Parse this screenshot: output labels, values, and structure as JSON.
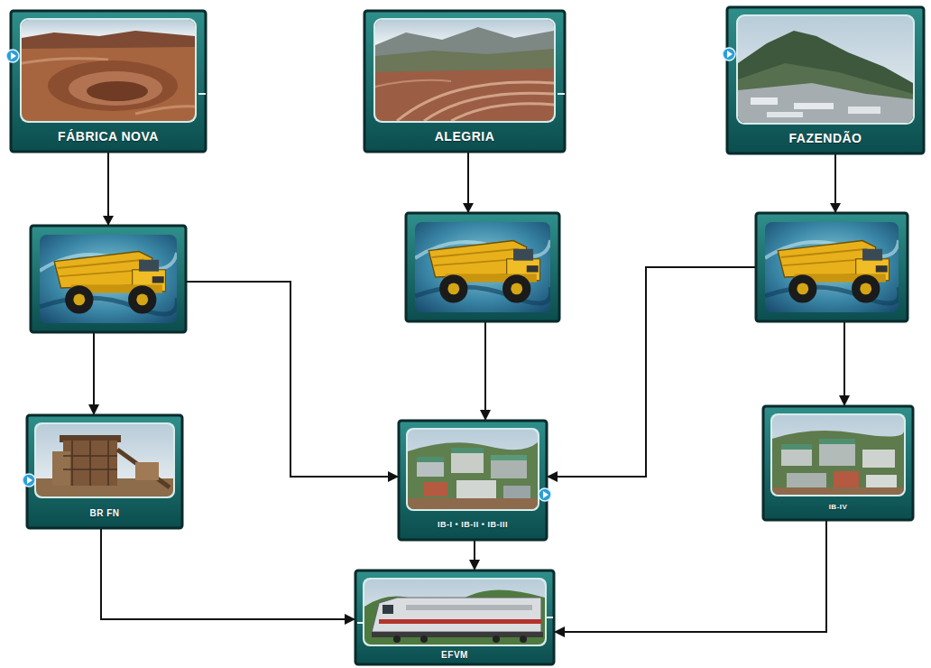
{
  "diagram": {
    "nodes": [
      {
        "text": [
          "FÁBRICA NOVA"
        ]
      },
      {
        "text": [
          "ALEGRIA"
        ]
      },
      {
        "text": [
          "FAZENDÃO"
        ]
      },
      {
        "text": [
          "BR FN"
        ]
      },
      {
        "text": [
          "IB-I • IB-II • IB-III"
        ]
      },
      {
        "text": [
          "IB-IV"
        ]
      },
      {
        "text": [
          "EFVM"
        ]
      }
    ],
    "edges": [
      {
        "from": 0,
        "to": 3,
        "arrow": "to"
      },
      {
        "from": 0,
        "to": 4,
        "arrow": "to"
      },
      {
        "from": 1,
        "to": 4,
        "arrow": "to"
      },
      {
        "from": 2,
        "to": 4,
        "arrow": "to"
      },
      {
        "from": 2,
        "to": 5,
        "arrow": "to"
      },
      {
        "from": 3,
        "to": 6,
        "arrow": "to"
      },
      {
        "from": 4,
        "to": 6,
        "arrow": "to"
      },
      {
        "from": 5,
        "to": 6,
        "arrow": "to"
      }
    ]
  }
}
